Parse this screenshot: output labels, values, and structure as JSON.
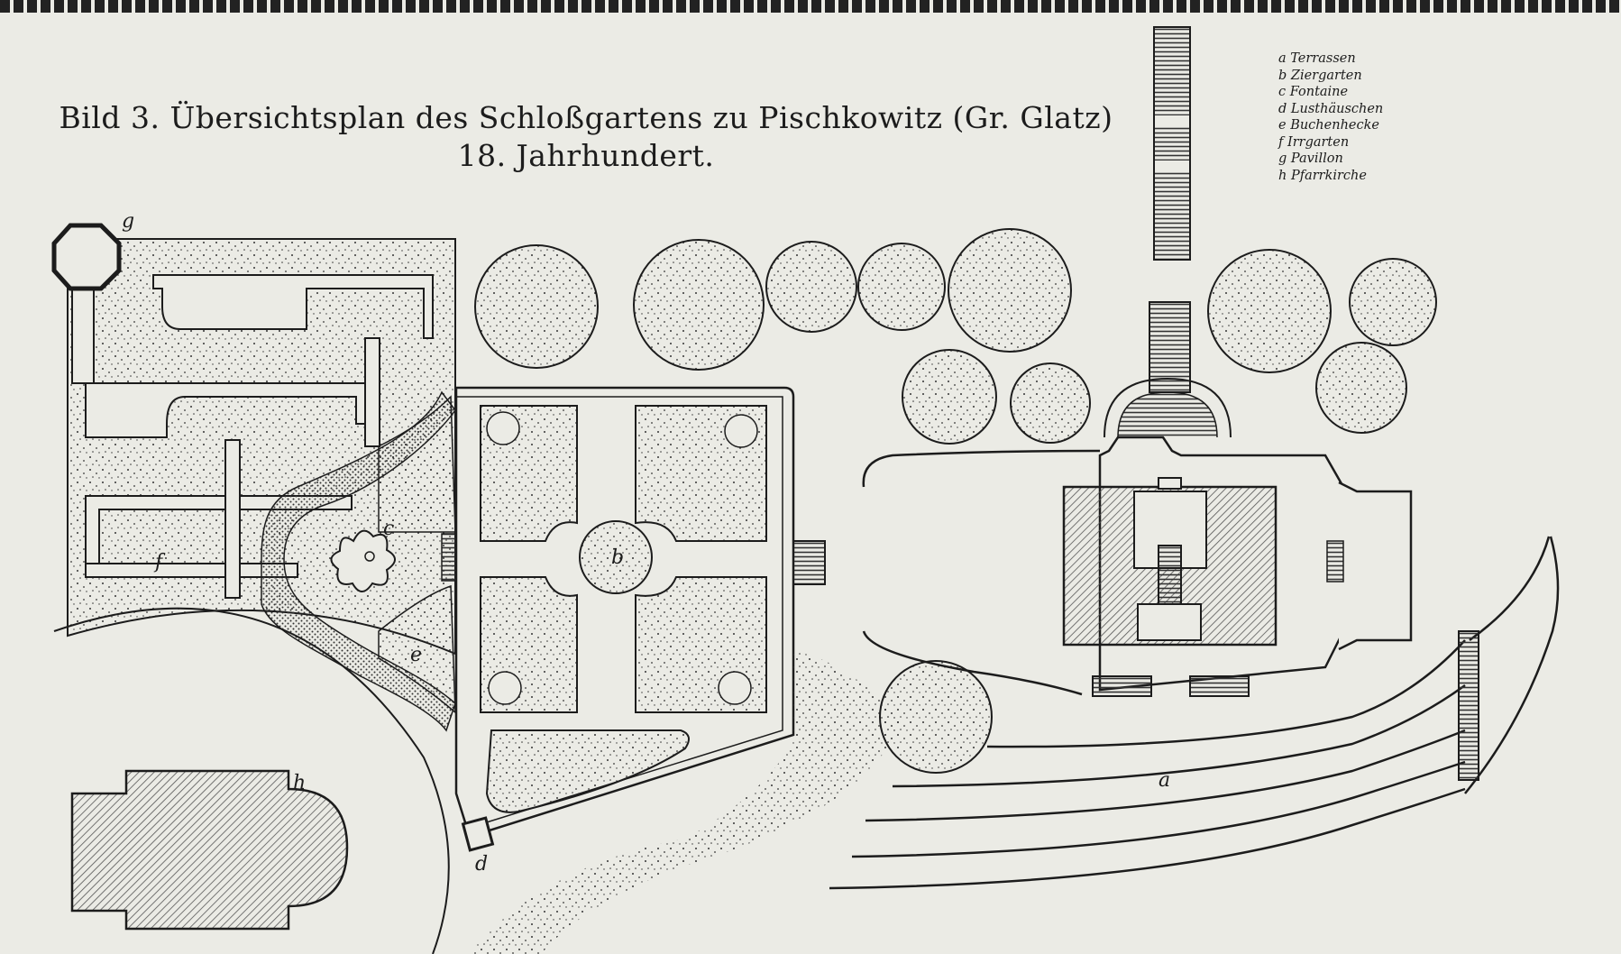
{
  "title": {
    "line1": "Bild 3.  Übersichtsplan des Schloßgartens zu Pischkowitz (Gr. Glatz)",
    "line2": "18. Jahrhundert."
  },
  "legend": [
    "a Terrassen",
    "b Ziergarten",
    "c Fontaine",
    "d Lusthäuschen",
    "e Buchenhecke",
    "f Irrgarten",
    "g Pavillon",
    "h Pfarrkirche"
  ],
  "plan_labels": {
    "a": "a",
    "b": "b",
    "c": "c",
    "d": "d",
    "e": "e",
    "f": "f",
    "g": "g",
    "h": "h"
  },
  "colors": {
    "paper": "#ebebe5",
    "ink": "#1c1c1c",
    "hatch": "#555555"
  }
}
